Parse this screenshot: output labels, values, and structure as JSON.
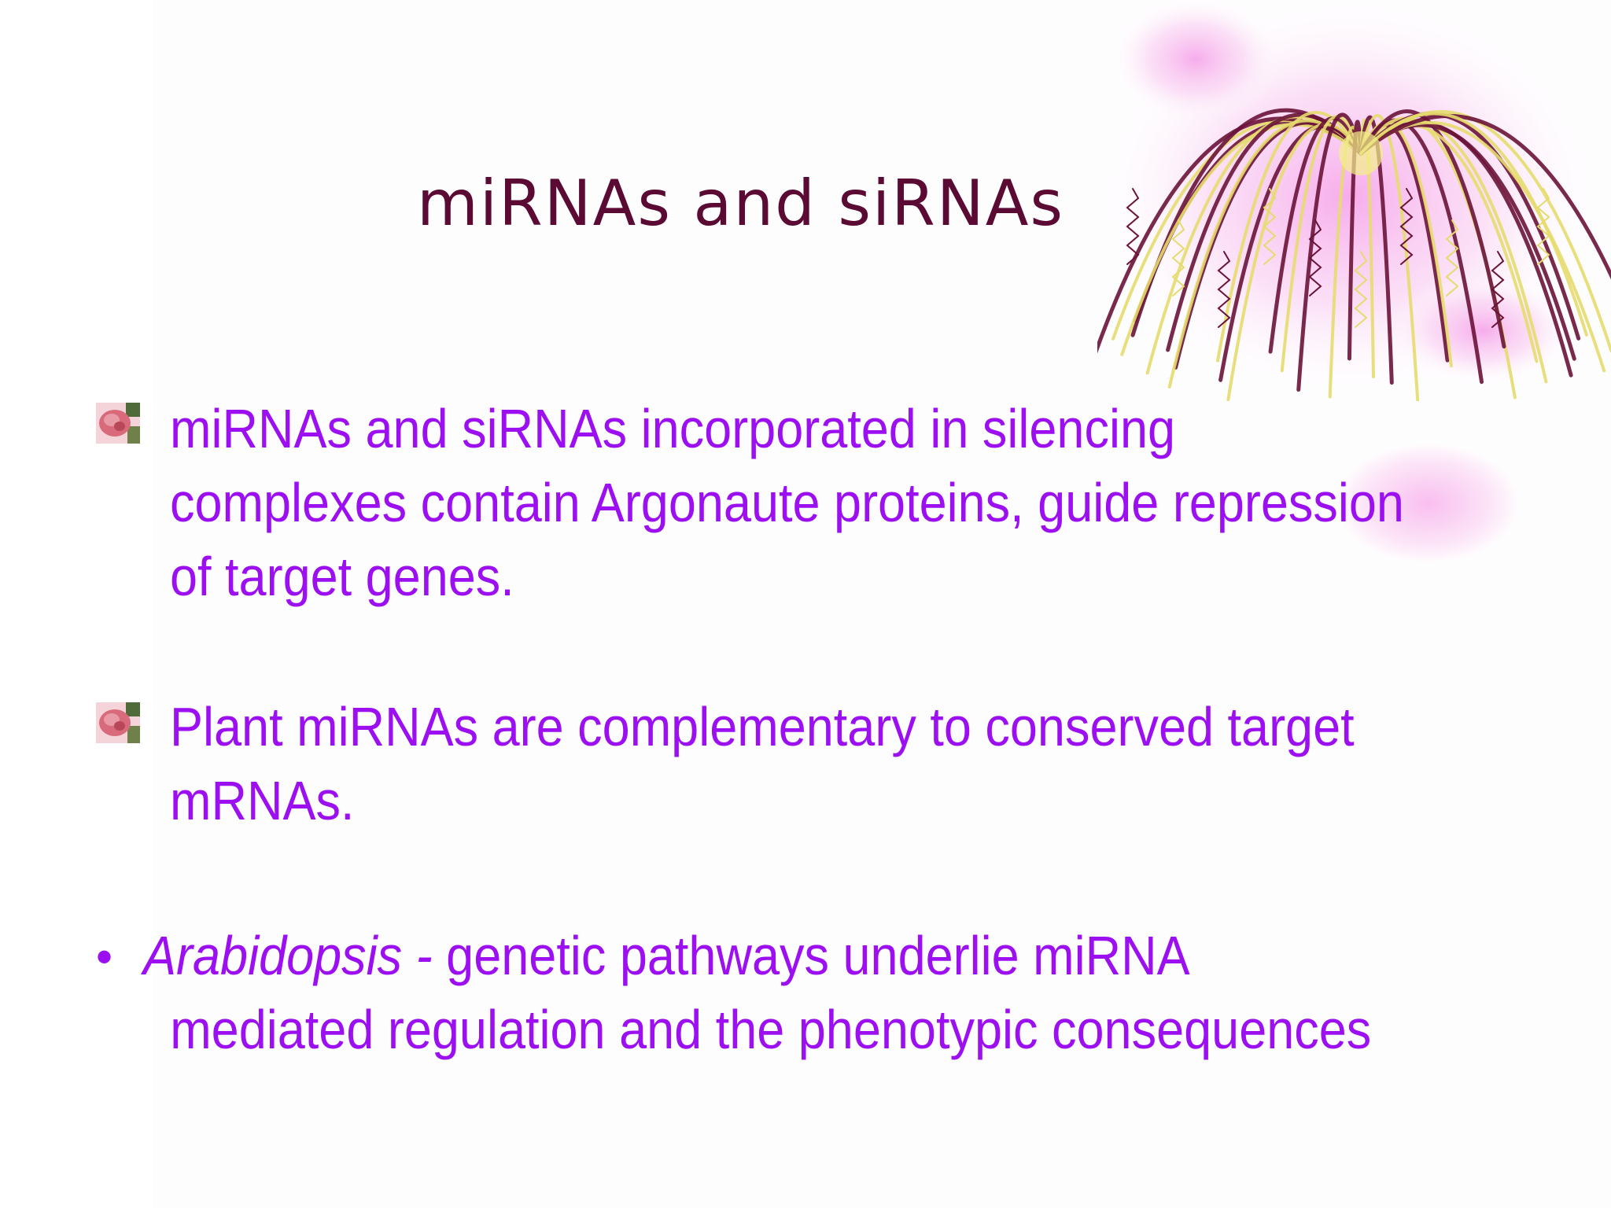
{
  "slide": {
    "title": "miRNAs and siRNAs",
    "bullets": [
      {
        "lines": [
          "miRNAs and siRNAs  incorporated in silencing",
          "complexes  contain Argonaute proteins, guide repression",
          "of target genes."
        ]
      },
      {
        "lines": [
          "Plant miRNAs are complementary to conserved target",
          "mRNAs."
        ]
      },
      {
        "marker": "•",
        "species": "Arabidopsis",
        "separator": " - ",
        "line1_rest": "genetic pathways underlie miRNA",
        "line2": "mediated regulation and the phenotypic consequences"
      }
    ]
  },
  "colors": {
    "title": "#5a0a33",
    "body_text": "#9b0ff0",
    "accent_pink": "#f7aaeb",
    "accent_yellow": "#e8e07a"
  },
  "icons": {
    "bullet_icon": "flower-square-icon",
    "decoration": "firework-flower-decoration"
  }
}
